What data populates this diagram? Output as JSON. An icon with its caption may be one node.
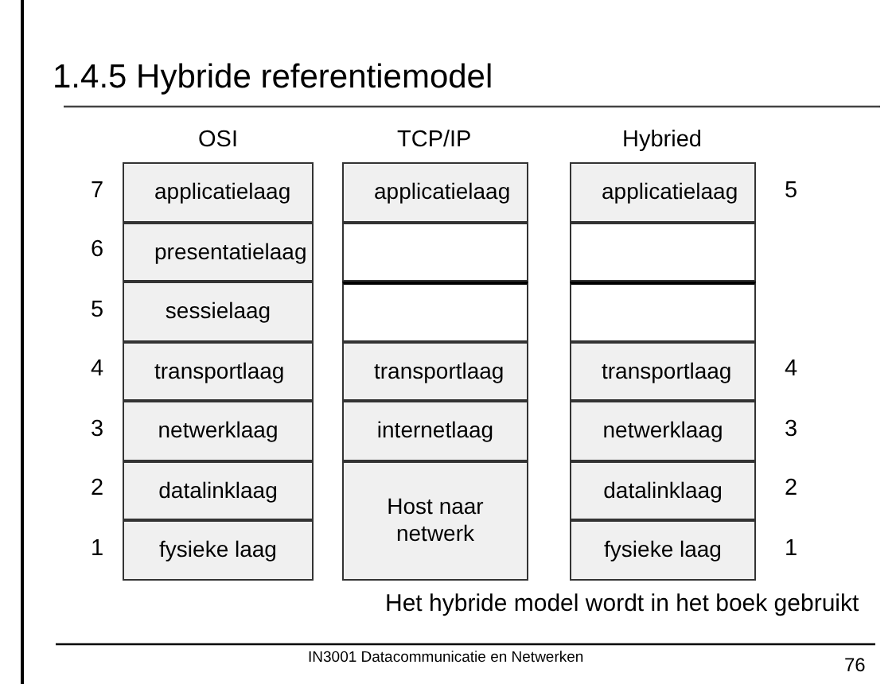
{
  "diagram": {
    "title": "1.4.5 Hybride referentiemodel",
    "nodes": [
      {
        "text": [
          "applicatielaag"
        ]
      },
      {
        "text": [
          "presentatielaag"
        ]
      },
      {
        "text": [
          "sessielaag"
        ]
      },
      {
        "text": [
          "transportlaag"
        ]
      },
      {
        "text": [
          "netwerklaag"
        ]
      },
      {
        "text": [
          "datalinklaag"
        ]
      },
      {
        "text": [
          "fysieke laag"
        ]
      },
      {
        "text": [
          "applicatielaag"
        ]
      },
      {
        "text": [],
        "shape": "box"
      },
      {
        "text": [],
        "shape": "box"
      },
      {
        "text": [
          "transportlaag"
        ]
      },
      {
        "text": [
          "internetlaag"
        ]
      },
      {
        "text": [
          "Host naar netwerk"
        ]
      },
      {
        "text": [
          "applicatielaag"
        ]
      },
      {
        "text": [],
        "shape": "box"
      },
      {
        "text": [],
        "shape": "box"
      },
      {
        "text": [
          "transportlaag"
        ]
      },
      {
        "text": [
          "netwerklaag"
        ]
      },
      {
        "text": [
          "datalinklaag"
        ]
      },
      {
        "text": [
          "fysieke laag"
        ]
      }
    ],
    "labels": [
      "OSI",
      "TCP/IP",
      "Hybried",
      "7",
      "5",
      "6",
      "5",
      "4",
      "4",
      "3",
      "3",
      "2",
      "2",
      "1",
      "1",
      "Het hybride model wordt in het boek gebruikt",
      "IN3001 Datacommunicatie en Netwerken",
      "76"
    ]
  }
}
